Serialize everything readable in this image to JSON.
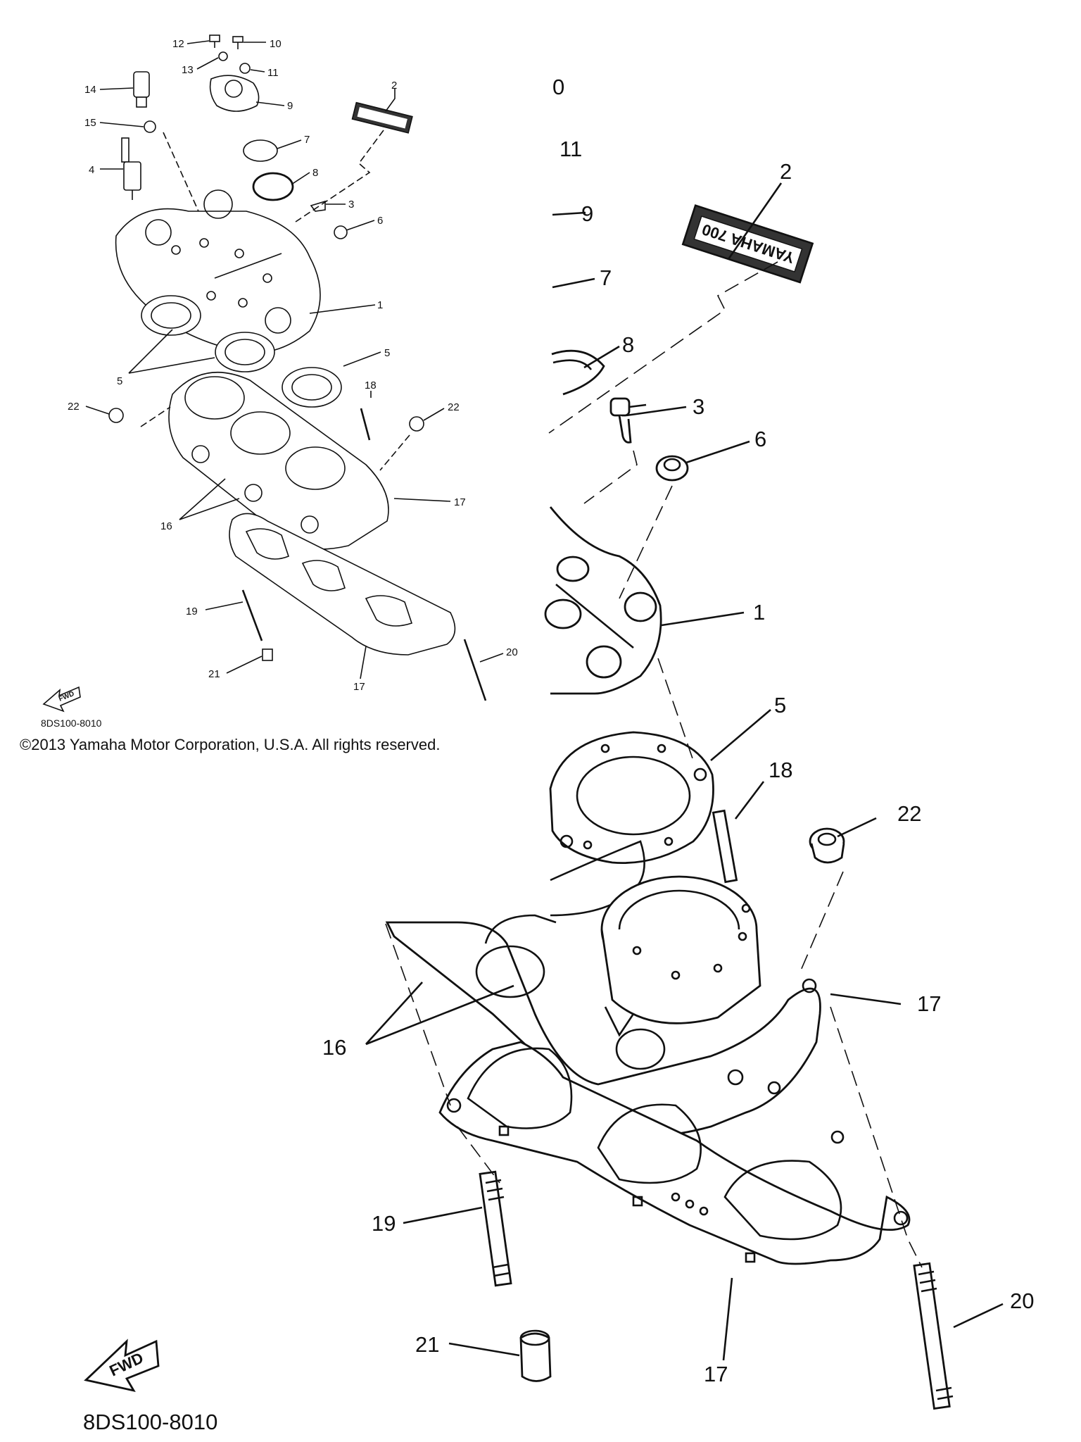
{
  "diagram": {
    "small_labels": [
      "12",
      "10",
      "13",
      "11",
      "14",
      "9",
      "2",
      "15",
      "7",
      "4",
      "8",
      "3",
      "6",
      "1",
      "5",
      "5",
      "22",
      "18",
      "22",
      "17",
      "16",
      "19",
      "20",
      "21",
      "17"
    ],
    "big_labels": [
      "0",
      "11",
      "9",
      "2",
      "7",
      "8",
      "3",
      "6",
      "1",
      "5",
      "18",
      "22",
      "17",
      "16",
      "19",
      "20",
      "21",
      "17"
    ],
    "part_code_small": "8DS100-8010",
    "part_code_big": "8DS100-8010",
    "fwd_label": "FWD",
    "decal_text": "YAMAHA 700",
    "copyright": "©2013 Yamaha Motor Corporation, U.S.A. All rights reserved."
  }
}
